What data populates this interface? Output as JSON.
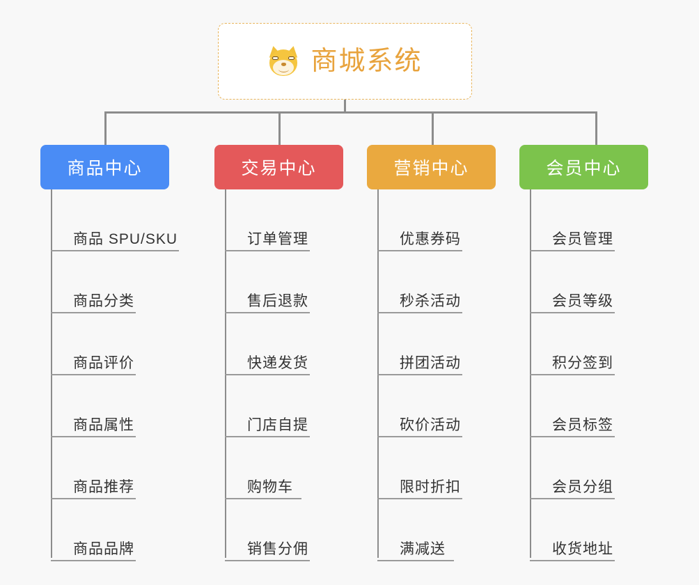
{
  "diagram": {
    "root": {
      "title": "商城系统",
      "icon": "shiba-dog-icon",
      "title_color": "#e8a33d",
      "border_color": "#e8b45a",
      "background": "#ffffff"
    },
    "background_color": "#f8f8f8",
    "connector_color": "#8c8c8c",
    "leaf_text_color": "#333333",
    "leaf_rule_color": "#9a9a9a",
    "branches": [
      {
        "label": "商品中心",
        "color": "#4a8cf5",
        "items": [
          "商品 SPU/SKU",
          "商品分类",
          "商品评价",
          "商品属性",
          "商品推荐",
          "商品品牌"
        ]
      },
      {
        "label": "交易中心",
        "color": "#e4595a",
        "items": [
          "订单管理",
          "售后退款",
          "快递发货",
          "门店自提",
          "购物车",
          "销售分佣"
        ]
      },
      {
        "label": "营销中心",
        "color": "#eaa93f",
        "items": [
          "优惠券码",
          "秒杀活动",
          "拼团活动",
          "砍价活动",
          "限时折扣",
          "满减送"
        ]
      },
      {
        "label": "会员中心",
        "color": "#7cc34c",
        "items": [
          "会员管理",
          "会员等级",
          "积分签到",
          "会员标签",
          "会员分组",
          "收货地址"
        ]
      }
    ]
  }
}
